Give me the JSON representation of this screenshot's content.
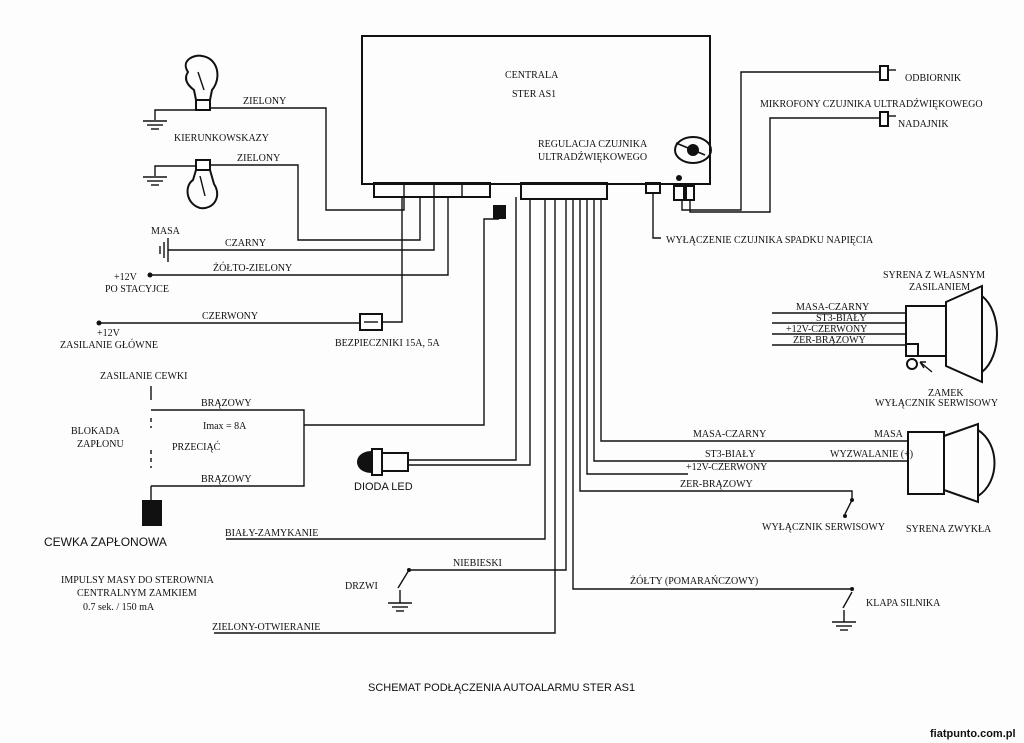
{
  "title": "SCHEMAT PODŁĄCZENIA AUTOALARMU STER AS1",
  "credit": "fiatpunto.com.pl",
  "central": {
    "line1": "CENTRALA",
    "line2": "STER AS1",
    "reg1": "REGULACJA CZUJNIKA",
    "reg2": "ULTRADŹWIĘKOWEGO"
  },
  "left": {
    "zielony1": "ZIELONY",
    "kierunkowskazy": "KIERUNKOWSKAZY",
    "zielony2": "ZIELONY",
    "masa": "MASA",
    "czarny": "CZARNY",
    "plus12a": "+12V",
    "po_stacyjce": "PO STACYJCE",
    "zolto_zielony": "ŻÓŁTO-ZIELONY",
    "czerwony": "CZERWONY",
    "plus12b": "+12V",
    "zasilanie_glowne": "ZASILANIE GŁÓWNE",
    "bezpieczniki": "BEZPIECZNIKI 15A, 5A",
    "zasilanie_cewki": "ZASILANIE CEWKI",
    "brazowy1": "BRĄZOWY",
    "imax": "Imax = 8A",
    "blokada1": "BLOKADA",
    "blokada2": "ZAPŁONU",
    "przeciac": "PRZECIĄĆ",
    "brazowy2": "BRĄZOWY",
    "dioda": "DIODA LED",
    "cewka": "CEWKA ZAPŁONOWA",
    "bialy": "BIAŁY-ZAMYKANIE",
    "impulsy1": "IMPULSY MASY DO STEROWNIA",
    "impulsy2": "CENTRALNYM ZAMKIEM",
    "impulsy3": "0.7 sek. / 150 mA",
    "drzwi": "DRZWI",
    "niebieski": "NIEBIESKI",
    "zielony_otw": "ZIELONY-OTWIERANIE"
  },
  "right": {
    "odbiornik": "ODBIORNIK",
    "mikrofony": "MIKROFONY CZUJNIKA ULTRADŹWIĘKOWEGO",
    "nadajnik": "NADAJNIK",
    "wylaczenie": "WYŁĄCZENIE CZUJNIKA SPADKU NAPIĘCIA",
    "syrena_wl1": "SYRENA Z WŁASNYM",
    "syrena_wl2": "ZASILANIEM",
    "masa_czarny": "MASA-CZARNY",
    "st3_bialy": "ST3-BIAŁY",
    "plus12_czerwony": "+12V-CZERWONY",
    "zer_brazowy": "ZER-BRĄZOWY",
    "zamek1": "ZAMEK",
    "zamek2": "WYŁĄCZNIK SERWISOWY",
    "masa_czarny2": "MASA-CZARNY",
    "masa": "MASA",
    "st3_bialy2": "ST3-BIAŁY",
    "wyzwalanie": "WYZWALANIE (+)",
    "plus12_czerwony2": "+12V-CZERWONY",
    "zer_brazowy2": "ZER-BRĄZOWY",
    "wylacznik_serwisowy": "WYŁĄCZNIK SERWISOWY",
    "syrena_zwykla": "SYRENA ZWYKŁA",
    "zolty": "ŻÓŁTY (POMARAŃCZOWY)",
    "klapa": "KLAPA SILNIKA"
  },
  "icons": [
    "bulb-icon",
    "ground-icon",
    "fuse-icon",
    "led-icon",
    "coil-icon",
    "switch-icon",
    "siren-icon",
    "microphone-icon",
    "potentiometer-icon"
  ]
}
